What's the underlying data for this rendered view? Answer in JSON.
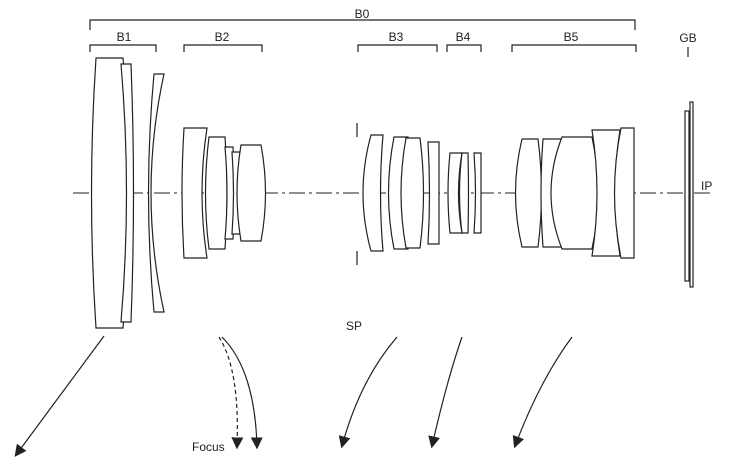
{
  "groups": {
    "all": "B0",
    "b1": "B1",
    "b2": "B2",
    "b3": "B3",
    "b4": "B4",
    "b5": "B5"
  },
  "elements": {
    "glass_block": "GB",
    "image_plane": "IP",
    "stop": "SP",
    "focus": "Focus"
  }
}
